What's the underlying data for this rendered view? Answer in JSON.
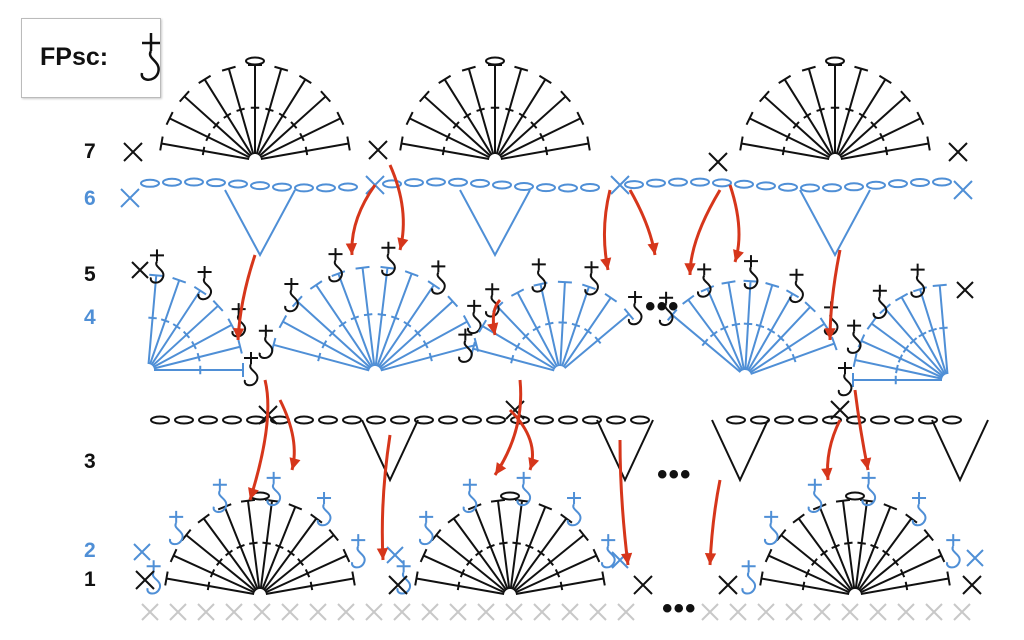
{
  "legend": {
    "label": "FPsc:",
    "symbol": "fpsc-symbol-icon"
  },
  "colors": {
    "black": "#111111",
    "blue": "#4f8fd6",
    "red": "#d6361b",
    "gray": "#c8c8c8"
  },
  "rows": [
    {
      "label": "7",
      "color": "#111111"
    },
    {
      "label": "6",
      "color": "#4f8fd6"
    },
    {
      "label": "5",
      "color": "#111111"
    },
    {
      "label": "4",
      "color": "#4f8fd6"
    },
    {
      "label": "3",
      "color": "#111111"
    },
    {
      "label": "2",
      "color": "#4f8fd6"
    },
    {
      "label": "1",
      "color": "#111111"
    }
  ],
  "ellipsis": "•••"
}
